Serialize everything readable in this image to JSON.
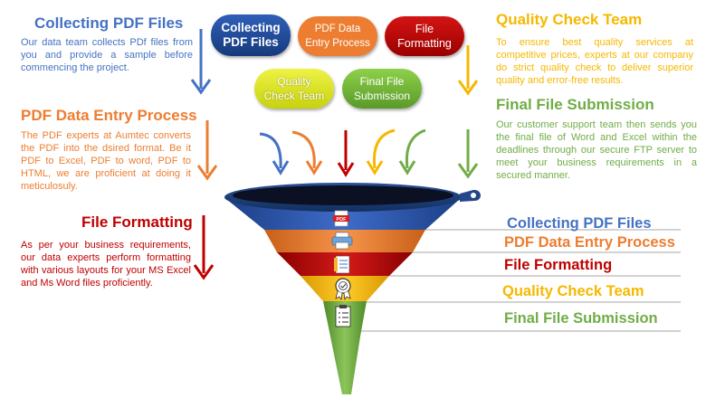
{
  "colors": {
    "blue": "#4472C4",
    "orange": "#ED7D31",
    "red": "#C00000",
    "yellow": "#F5B800",
    "green": "#70AD47",
    "dark_blue": "#1F4E9A",
    "lime": "#C7E02A"
  },
  "sections": {
    "collecting": {
      "title": "Collecting PDF Files",
      "body": "Our data team collects PDf files from you and provide a sample before commencing the project."
    },
    "data_entry": {
      "title": "PDF Data Entry Process",
      "body": "The PDF experts at Aumtec converts the PDF into the dsired format. Be it PDF to Excel, PDF to word, PDF to HTML, we are proficient at doing it meticulosuly."
    },
    "formatting": {
      "title": "File Formatting",
      "body": "As per your business requirements, our data experts perform formatting with various layouts for your MS Excel and Ms Word files proficiently."
    },
    "quality": {
      "title": "Quality Check Team",
      "body": "To ensure best quality services at competitive prices, experts at our company do strict quality check to deliver superior quality and error-free results."
    },
    "submission": {
      "title": "Final File Submission",
      "body": "Our customer support team then sends you the final file of Word and Excel within the deadlines through our secure FTP server to meet your business requirements in a secured manner."
    }
  },
  "pills": [
    {
      "line1": "Collecting",
      "line2": "PDF Files"
    },
    {
      "line1": "PDF Data",
      "line2": "Entry Process"
    },
    {
      "line1": "File",
      "line2": "Formatting"
    },
    {
      "line1": "Quality",
      "line2": "Check Team"
    },
    {
      "line1": "Final File",
      "line2": "Submission"
    }
  ],
  "funnel_labels": [
    "Collecting PDF Files",
    "PDF Data Entry Process",
    "File Formatting",
    "Quality Check Team",
    "Final File Submission"
  ],
  "icons": [
    "pdf-icon",
    "printer-icon",
    "document-icon",
    "quality-badge-icon",
    "checklist-icon"
  ]
}
